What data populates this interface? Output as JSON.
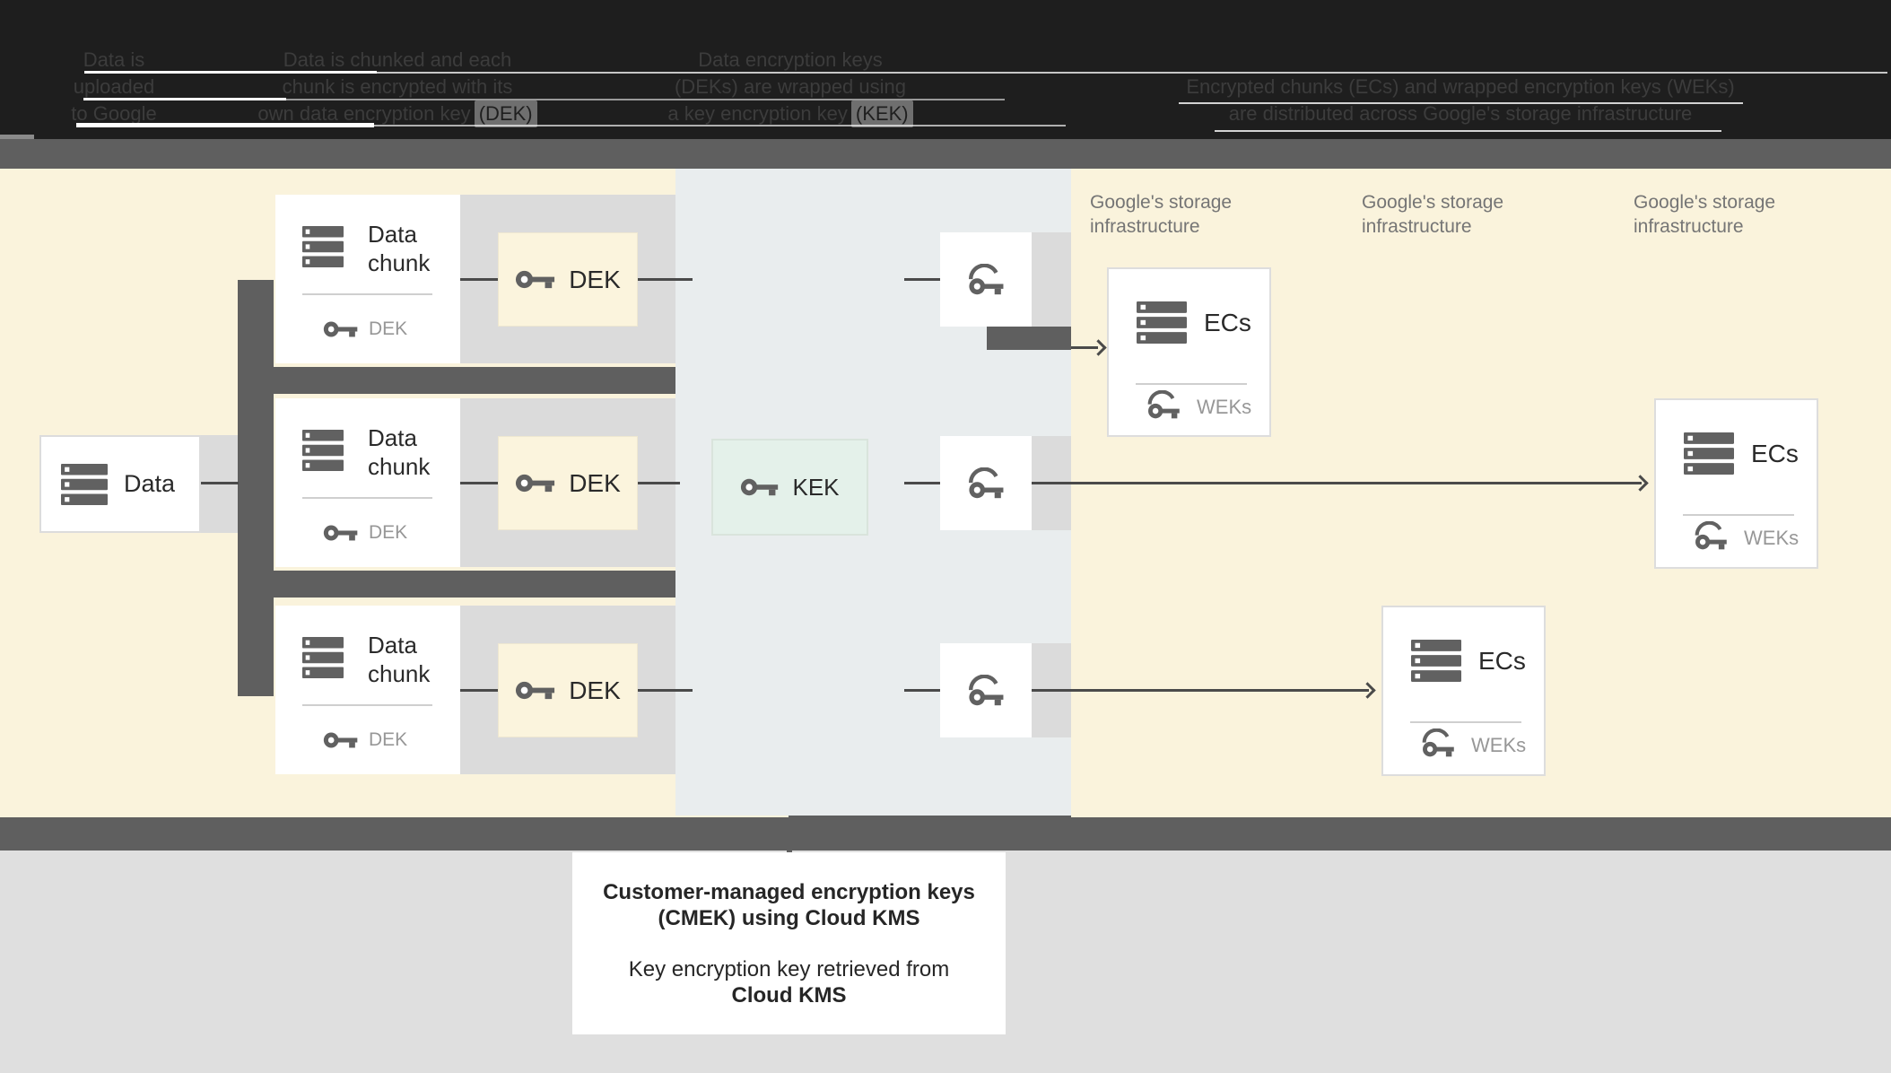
{
  "header": {
    "step1": {
      "l1": "Data is",
      "l2": "uploaded",
      "l3": "to Google"
    },
    "step2": {
      "l1": "Data is chunked and each",
      "l2": "chunk is encrypted with its",
      "l3_pre": "own data encryption key",
      "l3_token": "(DEK)"
    },
    "step3": {
      "l1": "Data encryption keys",
      "l2": "(DEKs) are wrapped using",
      "l3_pre": "a key encryption key",
      "l3_token": "(KEK)"
    },
    "step4": {
      "l1": "Encrypted chunks (ECs) and wrapped encryption keys (WEKs)",
      "l2": "are distributed across Google's storage infrastructure"
    }
  },
  "diagram": {
    "data_box": {
      "label": "Data"
    },
    "chunks": [
      {
        "title_l1": "Data",
        "title_l2": "chunk",
        "sub": "DEK"
      },
      {
        "title_l1": "Data",
        "title_l2": "chunk",
        "sub": "DEK"
      },
      {
        "title_l1": "Data",
        "title_l2": "chunk",
        "sub": "DEK"
      }
    ],
    "dek_boxes": [
      {
        "label": "DEK"
      },
      {
        "label": "DEK"
      },
      {
        "label": "DEK"
      }
    ],
    "kek_box": {
      "label": "KEK"
    },
    "storage_labels": [
      {
        "l1": "Google's storage",
        "l2": "infrastructure"
      },
      {
        "l1": "Google's storage",
        "l2": "infrastructure"
      },
      {
        "l1": "Google's storage",
        "l2": "infrastructure"
      }
    ],
    "ec_boxes": [
      {
        "title": "ECs",
        "sub": "WEKs"
      },
      {
        "title": "ECs",
        "sub": "WEKs"
      },
      {
        "title": "ECs",
        "sub": "WEKs"
      }
    ]
  },
  "annotation": {
    "l1": "Customer-managed encryption keys",
    "l2": "(CMEK) using Cloud KMS",
    "l3": "Key encryption key retrieved from",
    "l4": "Cloud KMS"
  },
  "colors": {
    "cream_background": "#FAF3DC",
    "kms_panel_blue_gray": "#E9EDEE",
    "kek_green": "#E4F1EA",
    "dek_cream": "#FBF4DD",
    "dark_gray_connector": "#5F5F5F",
    "light_gray_panel": "#DBDBDB",
    "header_black": "#1E1E1E",
    "icon_gray": "#616161"
  }
}
